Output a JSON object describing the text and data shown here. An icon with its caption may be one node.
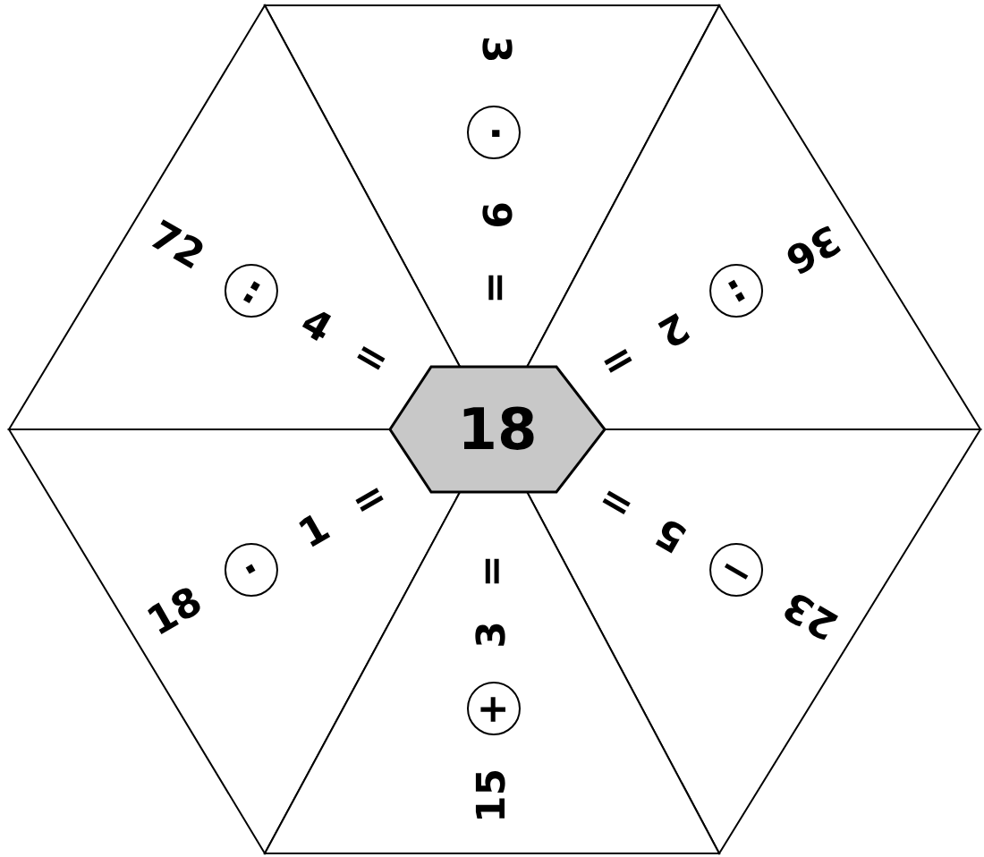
{
  "diagram": {
    "nodes": [
      {
        "text": [
          "3",
          "9",
          "="
        ]
      },
      {
        "text": [
          "·"
        ],
        "in": 0
      },
      {
        "text": [
          "72",
          "4",
          "="
        ]
      },
      {
        "text": [
          ":"
        ],
        "in": 2
      },
      {
        "text": [
          "36",
          "2",
          "="
        ]
      },
      {
        "text": [
          ":"
        ],
        "in": 4
      },
      {
        "text": [
          "18"
        ]
      },
      {
        "text": [
          "18",
          "1",
          "="
        ]
      },
      {
        "text": [
          "·"
        ],
        "in": 7
      },
      {
        "text": [
          "23",
          "5",
          "="
        ]
      },
      {
        "text": [
          "−"
        ],
        "in": 9
      },
      {
        "text": [
          "15",
          "3",
          "="
        ]
      },
      {
        "text": [
          "+"
        ],
        "in": 11
      }
    ]
  }
}
